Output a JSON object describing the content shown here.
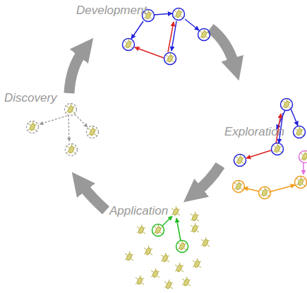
{
  "diagram": {
    "labels": [
      "Development",
      "Exploration",
      "Application",
      "Discovery"
    ]
  }
}
